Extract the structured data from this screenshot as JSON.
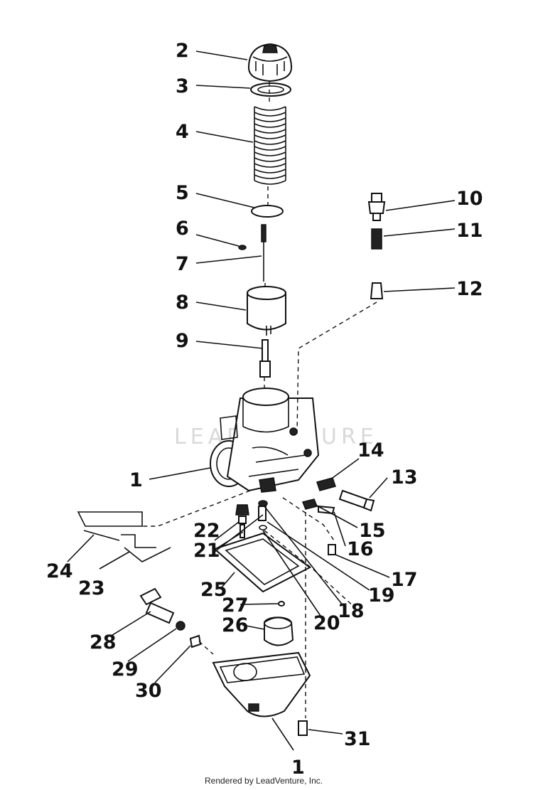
{
  "watermark": "LEADVENTURE",
  "footer": "Rendered by LeadVenture, Inc.",
  "callouts": [
    {
      "id": "c1a",
      "text": "1"
    },
    {
      "id": "c1b",
      "text": "1"
    },
    {
      "id": "c2",
      "text": "2"
    },
    {
      "id": "c3",
      "text": "3"
    },
    {
      "id": "c4",
      "text": "4"
    },
    {
      "id": "c5",
      "text": "5"
    },
    {
      "id": "c6",
      "text": "6"
    },
    {
      "id": "c7",
      "text": "7"
    },
    {
      "id": "c8",
      "text": "8"
    },
    {
      "id": "c9",
      "text": "9"
    },
    {
      "id": "c10",
      "text": "10"
    },
    {
      "id": "c11",
      "text": "11"
    },
    {
      "id": "c12",
      "text": "12"
    },
    {
      "id": "c13",
      "text": "13"
    },
    {
      "id": "c14",
      "text": "14"
    },
    {
      "id": "c15",
      "text": "15"
    },
    {
      "id": "c16",
      "text": "16"
    },
    {
      "id": "c17",
      "text": "17"
    },
    {
      "id": "c18",
      "text": "18"
    },
    {
      "id": "c19",
      "text": "19"
    },
    {
      "id": "c20",
      "text": "20"
    },
    {
      "id": "c21",
      "text": "21"
    },
    {
      "id": "c22",
      "text": "22"
    },
    {
      "id": "c23",
      "text": "23"
    },
    {
      "id": "c24",
      "text": "24"
    },
    {
      "id": "c25",
      "text": "25"
    },
    {
      "id": "c26",
      "text": "26"
    },
    {
      "id": "c27",
      "text": "27"
    },
    {
      "id": "c28",
      "text": "28"
    },
    {
      "id": "c29",
      "text": "29"
    },
    {
      "id": "c30",
      "text": "30"
    },
    {
      "id": "c31",
      "text": "31"
    }
  ]
}
